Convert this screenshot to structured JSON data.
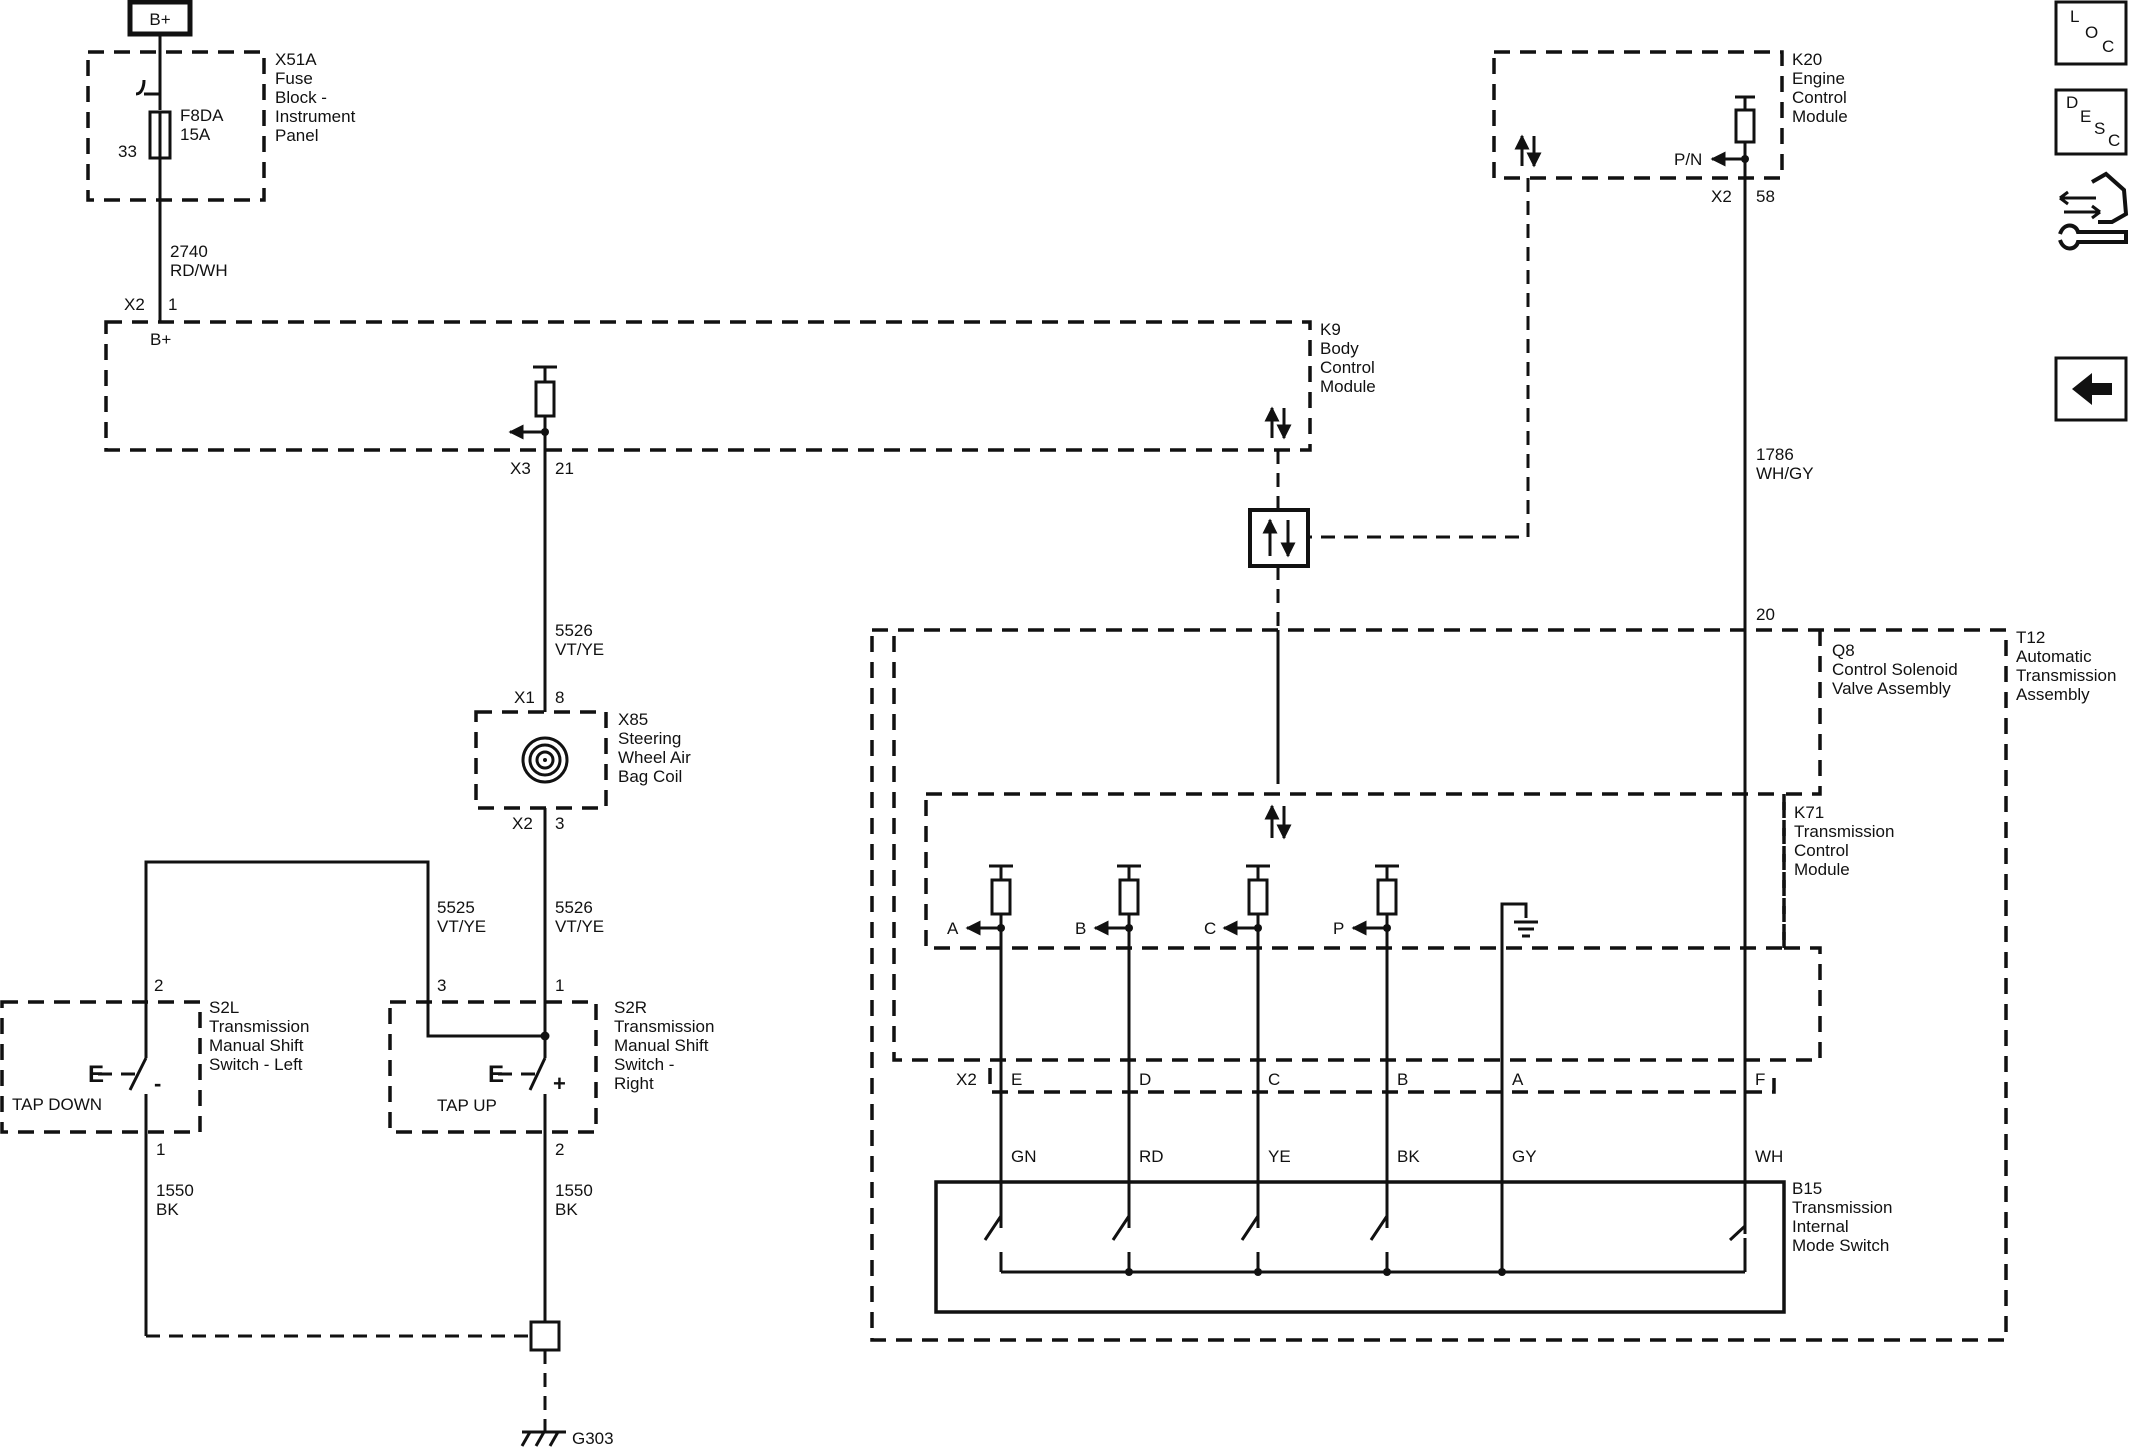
{
  "power": {
    "label": "B+"
  },
  "fuse_block": {
    "id": "X51A",
    "name_lines": [
      "Fuse",
      "Block -",
      "Instrument",
      "Panel"
    ],
    "fuse": "F8DA",
    "rating": "15A",
    "pin": "33"
  },
  "wire_2740": {
    "circuit": "2740",
    "color": "RD/WH"
  },
  "bcm": {
    "id": "K9",
    "name_lines": [
      "Body",
      "Control",
      "Module"
    ],
    "conn_in": "X2",
    "pin_in": "1",
    "supply": "B+",
    "conn_out": "X3",
    "pin_out": "21"
  },
  "wire_5526_a": {
    "circuit": "5526",
    "color": "VT/YE"
  },
  "coil": {
    "id": "X85",
    "name_lines": [
      "Steering",
      "Wheel Air",
      "Bag Coil"
    ],
    "conn_top": "X1",
    "pin_top": "8",
    "conn_bot": "X2",
    "pin_bot": "3"
  },
  "wire_5525": {
    "circuit": "5525",
    "color": "VT/YE"
  },
  "wire_5526_b": {
    "circuit": "5526",
    "color": "VT/YE"
  },
  "s2l": {
    "id": "S2L",
    "name_lines": [
      "Transmission",
      "Manual Shift",
      "Switch - Left"
    ],
    "pin_top": "2",
    "pin_bot": "1",
    "label": "TAP DOWN",
    "sign": "-"
  },
  "s2r": {
    "id": "S2R",
    "name_lines": [
      "Transmission",
      "Manual Shift",
      "Switch -",
      "Right"
    ],
    "pin_left": "3",
    "pin_top": "1",
    "pin_bot": "2",
    "label": "TAP UP",
    "sign": "+"
  },
  "wire_1550_l": {
    "circuit": "1550",
    "color": "BK"
  },
  "wire_1550_r": {
    "circuit": "1550",
    "color": "BK"
  },
  "ground": {
    "id": "G303"
  },
  "ecm": {
    "id": "K20",
    "name_lines": [
      "Engine",
      "Control",
      "Module"
    ],
    "signal": "P/N",
    "conn": "X2",
    "pin": "58"
  },
  "wire_1786": {
    "circuit": "1786",
    "color": "WH/GY"
  },
  "trans": {
    "id": "T12",
    "name_lines": [
      "Automatic",
      "Transmission",
      "Assembly"
    ],
    "pin_top": "20"
  },
  "solenoid": {
    "id": "Q8",
    "name_lines": [
      "Control Solenoid",
      "Valve Assembly"
    ]
  },
  "tcm": {
    "id": "K71",
    "name_lines": [
      "Transmission",
      "Control",
      "Module"
    ],
    "inputs": [
      "A",
      "B",
      "C",
      "P"
    ],
    "conn": "X2",
    "pins": [
      "E",
      "D",
      "C",
      "B",
      "A",
      "F"
    ]
  },
  "mode_switch": {
    "id": "B15",
    "name_lines": [
      "Transmission",
      "Internal",
      "Mode Switch"
    ],
    "wire_colors": [
      "GN",
      "RD",
      "YE",
      "BK",
      "GY",
      "WH"
    ]
  },
  "nav": {
    "loc": [
      "L",
      "O",
      "C"
    ],
    "desc": [
      "D",
      "E",
      "S",
      "C"
    ]
  }
}
